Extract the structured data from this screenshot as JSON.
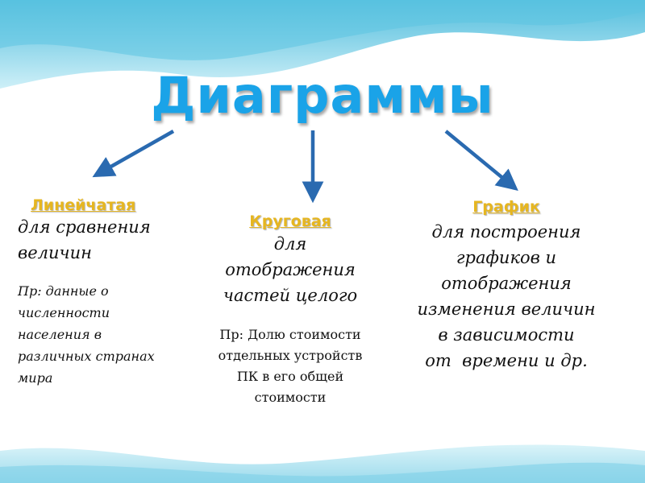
{
  "title": "Диаграммы",
  "colors": {
    "title": "#1aa3e8",
    "heading": "#e6b620",
    "arrow": "#2a6ab0",
    "text": "#111111",
    "wave": "#7fd0e8"
  },
  "columns": {
    "left": {
      "heading": "Линейчатая",
      "description": [
        "для сравнения",
        "величин"
      ],
      "example": [
        "Пр: данные о",
        "численности",
        "населения в",
        "различных странах",
        "мира"
      ]
    },
    "middle": {
      "heading": "Круговая",
      "description": [
        "для",
        "отображения",
        "частей целого"
      ],
      "example": [
        "Пр: Долю стоимости",
        "отдельных устройств",
        "ПК в его общей",
        "стоимости"
      ]
    },
    "right": {
      "heading": "График",
      "description": [
        "для построения",
        "графиков и",
        "отображения",
        "изменения величин",
        "в зависимости",
        "от  времени и др."
      ]
    }
  }
}
